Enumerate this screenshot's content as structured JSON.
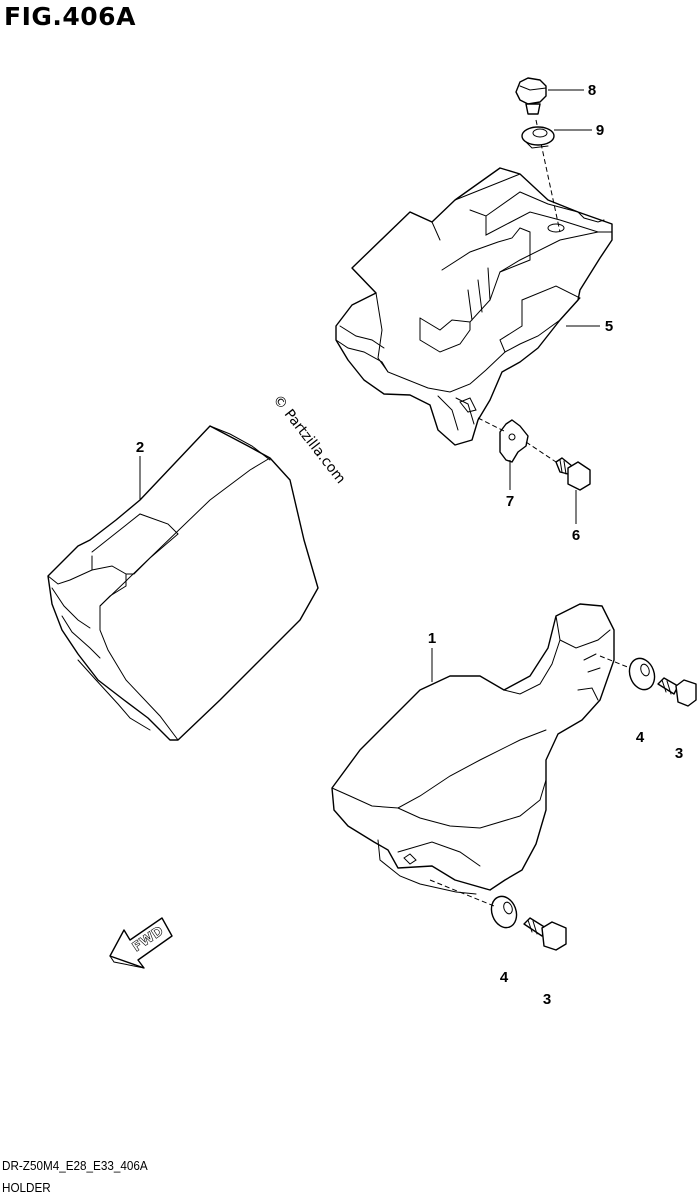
{
  "figure": {
    "title": "FIG.406A",
    "watermark": "© Partzilla.com",
    "code": "DR-Z50M4_E28_E33_406A",
    "name": "HOLDER",
    "forward_label": "FWD"
  },
  "callouts": [
    {
      "id": "c1",
      "label": "1"
    },
    {
      "id": "c2",
      "label": "2"
    },
    {
      "id": "c3a",
      "label": "3"
    },
    {
      "id": "c3b",
      "label": "3"
    },
    {
      "id": "c4a",
      "label": "4"
    },
    {
      "id": "c4b",
      "label": "4"
    },
    {
      "id": "c5",
      "label": "5"
    },
    {
      "id": "c6",
      "label": "6"
    },
    {
      "id": "c7",
      "label": "7"
    },
    {
      "id": "c8",
      "label": "8"
    },
    {
      "id": "c9",
      "label": "9"
    }
  ]
}
